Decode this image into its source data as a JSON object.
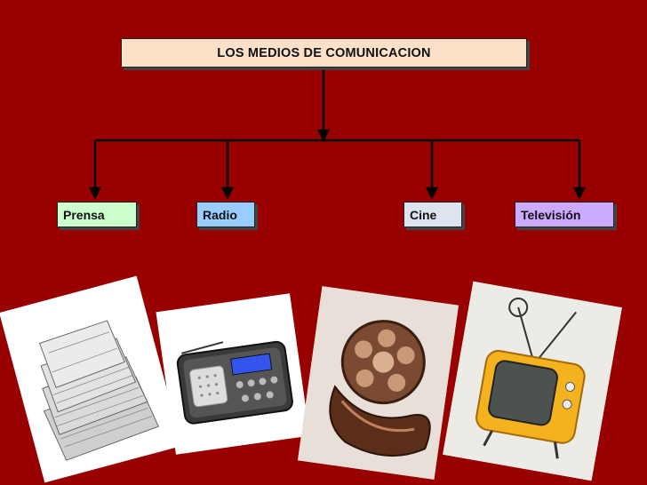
{
  "title": "LOS MEDIOS DE COMUNICACION",
  "media": [
    {
      "label": "Prensa",
      "color": "#ccffcc",
      "icon": "newspapers-icon"
    },
    {
      "label": "Radio",
      "color": "#99ccff",
      "icon": "radio-icon"
    },
    {
      "label": "Cine",
      "color": "#dde3ef",
      "icon": "film-reel-icon"
    },
    {
      "label": "Televisión",
      "color": "#ccaaff",
      "icon": "television-icon"
    }
  ],
  "colors": {
    "background": "#990000",
    "title_box": "#fde0c8",
    "connector": "#000000"
  }
}
